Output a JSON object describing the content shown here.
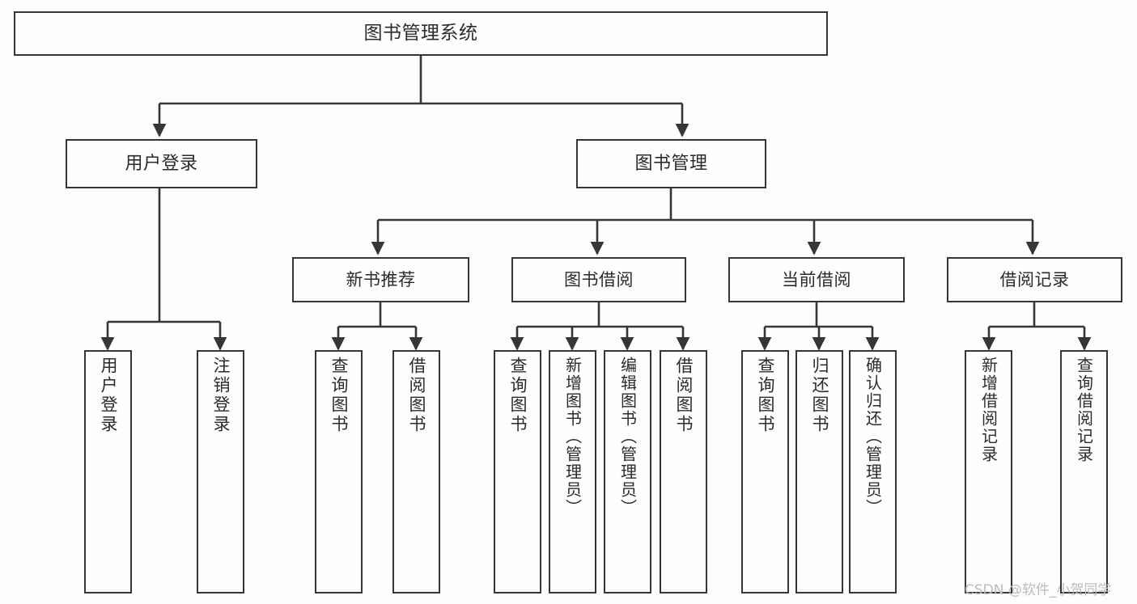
{
  "diagram": {
    "title": "图书管理系统",
    "type": "tree-hierarchy-diagram",
    "root": {
      "label": "图书管理系统"
    },
    "level1": [
      {
        "label": "用户登录"
      },
      {
        "label": "图书管理"
      }
    ],
    "level2": [
      {
        "label": "新书推荐"
      },
      {
        "label": "图书借阅"
      },
      {
        "label": "当前借阅"
      },
      {
        "label": "借阅记录"
      }
    ],
    "leaves": {
      "user_login": [
        {
          "label": "用户登录"
        },
        {
          "label": "注销登录"
        }
      ],
      "new_book_recommend": [
        {
          "label": "查询图书"
        },
        {
          "label": "借阅图书"
        }
      ],
      "book_borrow": [
        {
          "label": "查询图书"
        },
        {
          "label": "新增图书（管理员）"
        },
        {
          "label": "编辑图书（管理员）"
        },
        {
          "label": "借阅图书"
        }
      ],
      "current_borrow": [
        {
          "label": "查询图书"
        },
        {
          "label": "归还图书"
        },
        {
          "label": "确认归还（管理员）"
        }
      ],
      "borrow_record": [
        {
          "label": "新增借阅记录"
        },
        {
          "label": "查询借阅记录"
        }
      ]
    }
  },
  "watermark": {
    "text": "CSDN @软件_小贺同学"
  },
  "colors": {
    "stroke": "#363636",
    "box_fill": "#fefefe",
    "text": "#2b2b2b",
    "background": "#fdfdfd",
    "watermark": "#bcbcbc"
  }
}
